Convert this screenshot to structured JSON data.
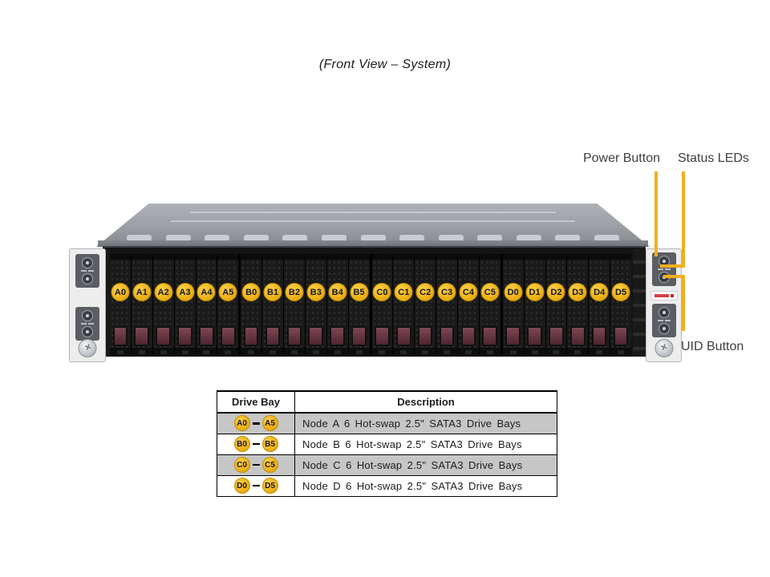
{
  "title": "(Front View – System)",
  "callouts": {
    "power": "Power Button",
    "status": "Status LEDs",
    "uid": "UID Button"
  },
  "chassis": {
    "drive_bays": [
      "A0",
      "A1",
      "A2",
      "A3",
      "A4",
      "A5",
      "B0",
      "B1",
      "B2",
      "B3",
      "B4",
      "B5",
      "C0",
      "C1",
      "C2",
      "C3",
      "C4",
      "C5",
      "D0",
      "D1",
      "D2",
      "D3",
      "D4",
      "D5"
    ]
  },
  "table": {
    "headers": [
      "Drive Bay",
      "Description"
    ],
    "rows": [
      {
        "bay_from": "A0",
        "bay_to": "A5",
        "description": "Node A 6 Hot-swap 2.5\" SATA3 Drive Bays"
      },
      {
        "bay_from": "B0",
        "bay_to": "B5",
        "description": "Node B 6 Hot-swap 2.5\" SATA3 Drive Bays"
      },
      {
        "bay_from": "C0",
        "bay_to": "C5",
        "description": "Node C 6 Hot-swap 2.5\" SATA3 Drive Bays"
      },
      {
        "bay_from": "D0",
        "bay_to": "D5",
        "description": "Node D 6 Hot-swap 2.5\" SATA3 Drive Bays"
      }
    ]
  },
  "colors": {
    "accent": "#F2AF1D",
    "badge": "#EFB41A",
    "badge_ring": "#C08F06",
    "row_gray": "#C6C6C6"
  }
}
